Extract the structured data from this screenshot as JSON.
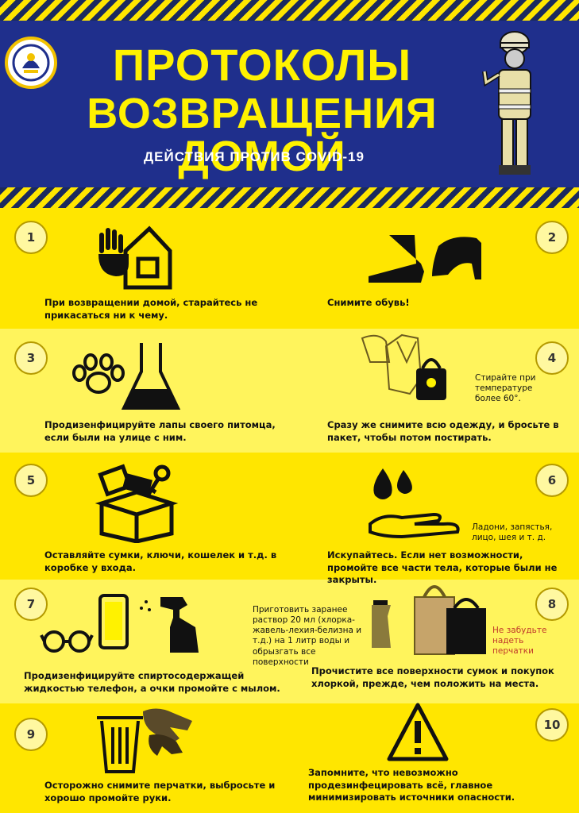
{
  "header": {
    "title_line1": "ПРОТОКОЛЫ",
    "title_line2": "ВОЗВРАЩЕНИЯ ДОМОЙ",
    "subtitle": "ДЕЙСТВИЯ ПРОТИВ COVID-19"
  },
  "steps": [
    {
      "num": "1",
      "text": "При возвращении домой, старайтесь не прикасаться ни к чему.",
      "icon": "hand-house-icon"
    },
    {
      "num": "2",
      "text": "Снимите обувь!",
      "icon": "shoes-icon"
    },
    {
      "num": "3",
      "text": "Продизенфицируйте лапы своего питомца, если были на улице с ним.",
      "icon": "paw-flask-icon"
    },
    {
      "num": "4",
      "text": "Сразу же снимите всю одежду, и бросьте в пакет, чтобы потом постирать.",
      "note": "Стирайте при температуре более 60°.",
      "icon": "clothes-bag-icon"
    },
    {
      "num": "5",
      "text": "Оставляйте сумки, ключи, кошелек и т.д. в коробке у входа.",
      "icon": "box-keys-icon"
    },
    {
      "num": "6",
      "text": "Искупайтесь. Если нет возможности, промойте все части тела, которые были не закрыты.",
      "note": "Ладони, запястья, лицо, шея и т. д.",
      "icon": "water-hand-icon"
    },
    {
      "num": "7",
      "text": "Продизенфицируйте спиртосодержащей жидкостью телефон, а очки промойте с мылом.",
      "note": "Приготовить заранее раствор 20 мл (хлорка-жавель-лехия-белизна и т.д.) на 1 литр воды и обрызгать все поверхности",
      "icon": "phone-glasses-spray-icon"
    },
    {
      "num": "8",
      "text": "Прочистите все поверхности сумок и покупок хлоркой, прежде, чем положить на места.",
      "note": "Не забудьте надеть перчатки",
      "icon": "shopping-bags-icon"
    },
    {
      "num": "9",
      "text": "Осторожно снимите перчатки, выбросьте и хорошо промойте руки.",
      "icon": "trash-gloves-icon"
    },
    {
      "num": "10",
      "text": "Запомните, что невозможно продезинфецировать всё, главное минимизировать источники опасности.",
      "icon": "warning-icon"
    }
  ],
  "colors": {
    "navy": "#1f2f8c",
    "yellow": "#fff200",
    "band_dark": "#ffe600",
    "band_light": "#fff45c"
  }
}
